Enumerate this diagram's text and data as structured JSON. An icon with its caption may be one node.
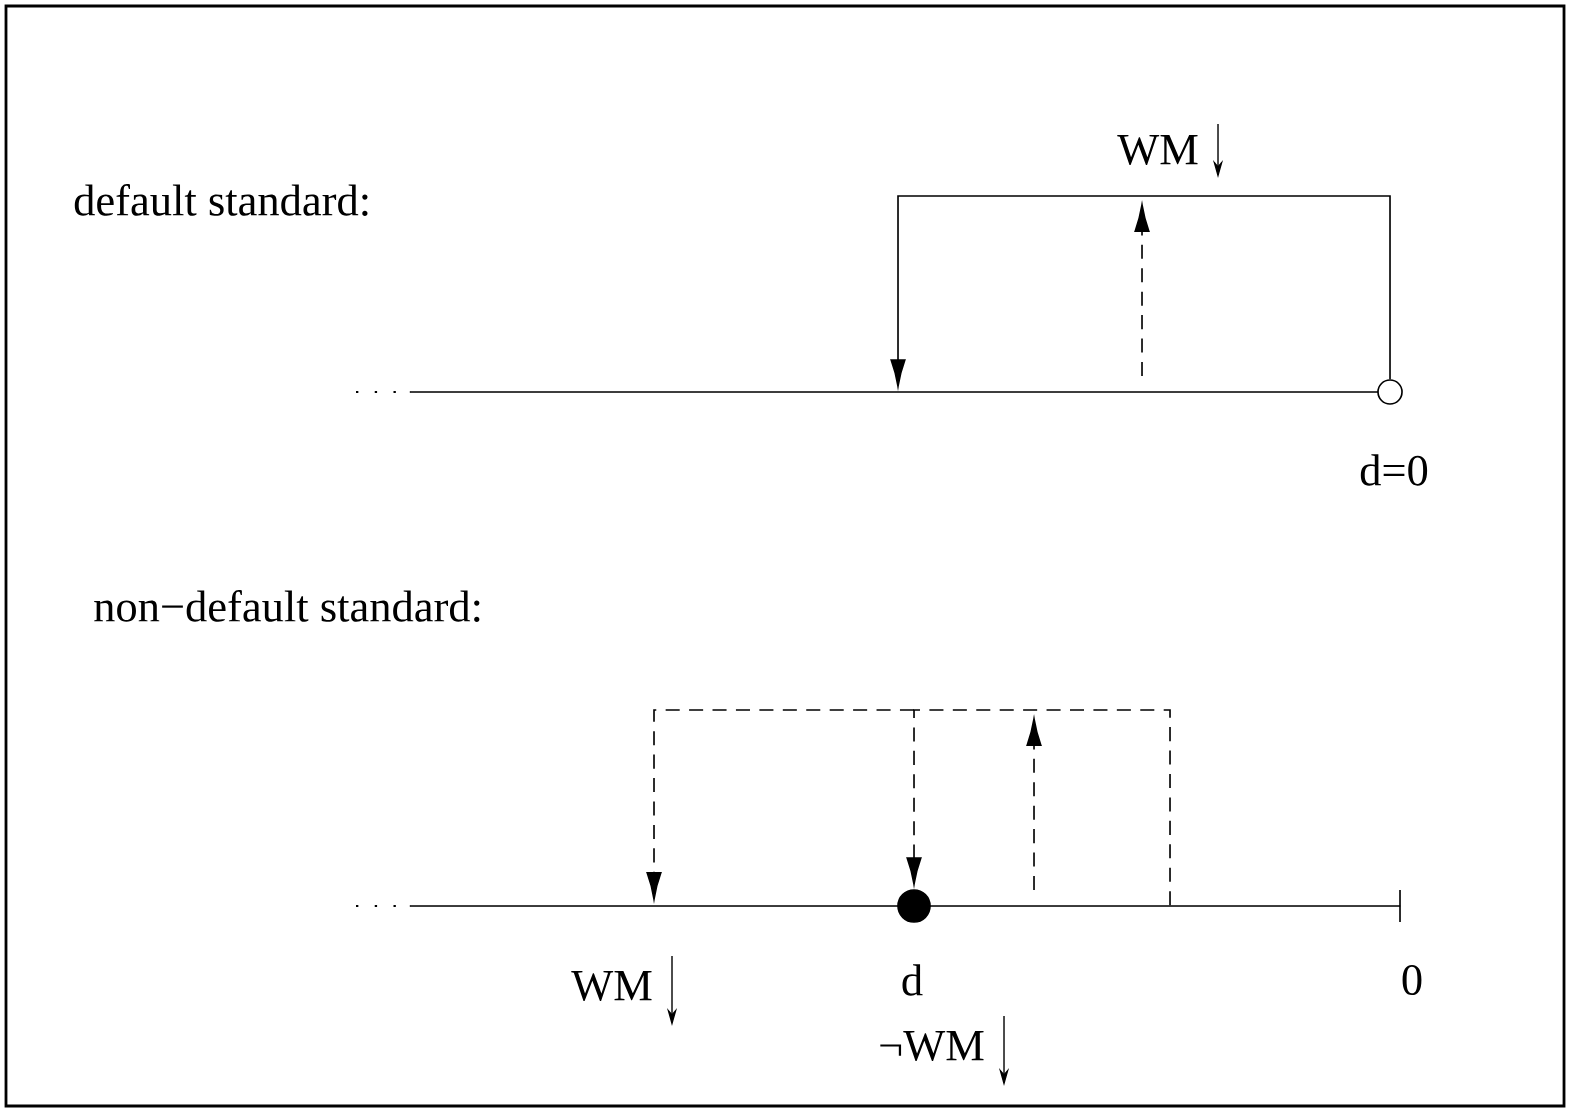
{
  "diagram": {
    "nodes": [
      {
        "text": [],
        "shape": "line"
      },
      {
        "text": [],
        "shape": "circle",
        "beside": [
          "d=0"
        ]
      },
      {
        "text": [],
        "shape": "line"
      },
      {
        "text": [],
        "shape": "circle",
        "beside": [
          "d"
        ]
      }
    ],
    "edges": [
      {
        "from": 1,
        "to": 0,
        "arrow": "to"
      },
      {
        "from": 2,
        "to": 3,
        "arrow": "to",
        "style": "dashed"
      }
    ],
    "labels": [
      "default standard:",
      "WM",
      "non−default standard:",
      "WM",
      "0",
      "¬WM"
    ]
  }
}
